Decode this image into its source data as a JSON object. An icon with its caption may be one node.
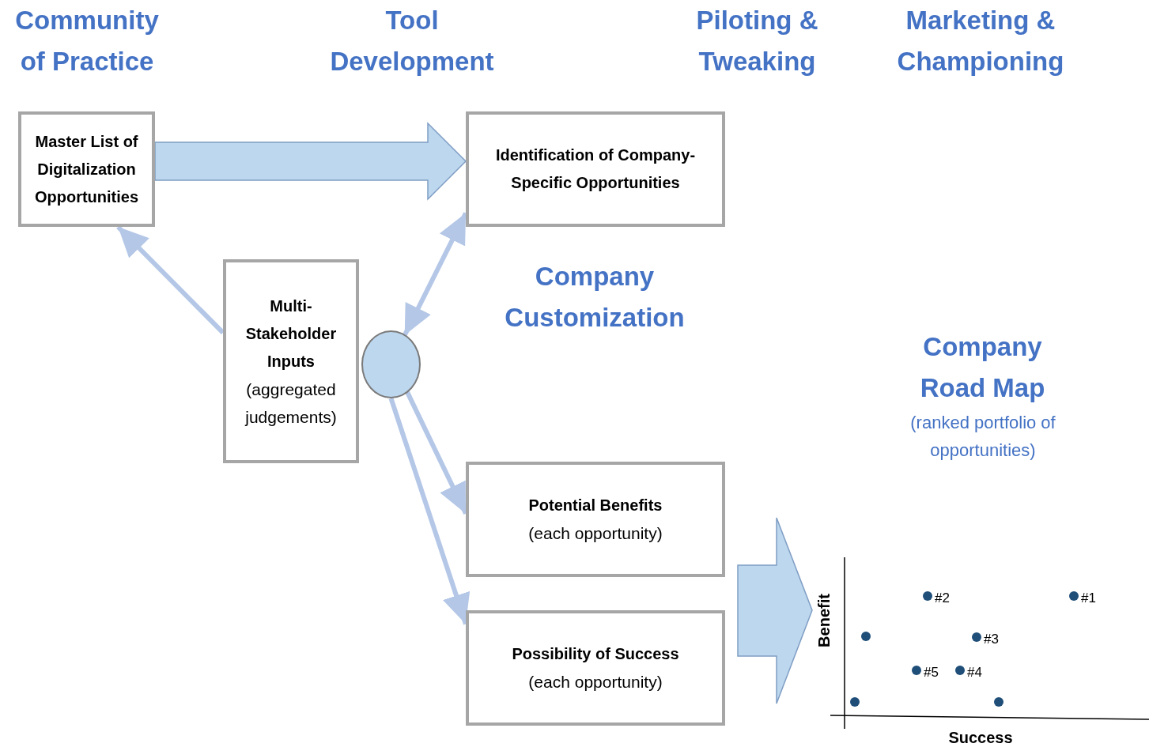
{
  "diagram": {
    "nodes": [
      {
        "text": [
          "Master List of Digitalization Opportunities"
        ]
      },
      {
        "text": [
          "Identification of Company-Specific Opportunities"
        ]
      },
      {
        "text": [
          "Multi-Stakeholder Inputs",
          "(aggregated judgements)"
        ]
      },
      {
        "text": [],
        "shape": "circle"
      },
      {
        "text": [
          "Potential Benefits",
          "(each opportunity)"
        ]
      },
      {
        "text": [
          "Possibility of Success",
          "(each opportunity)"
        ]
      },
      {
        "text": [],
        "shape": "picture"
      }
    ],
    "edges": [
      {
        "from": 0,
        "to": 1,
        "arrow": "to",
        "style": "thick"
      },
      {
        "from": 2,
        "to": 0,
        "arrow": "to"
      },
      {
        "from": 3,
        "to": 1,
        "arrow": "both"
      },
      {
        "from": 3,
        "to": 4,
        "arrow": "to"
      },
      {
        "from": 3,
        "to": 5,
        "arrow": "to"
      },
      {
        "from": 4,
        "to": 6,
        "arrow": "to",
        "style": "thick"
      },
      {
        "from": 5,
        "to": 6,
        "arrow": "to",
        "style": "thick"
      }
    ],
    "labels": [
      "Community of Practice",
      "Tool Development",
      "Piloting & Tweaking",
      "Marketing & Championing",
      "Company Customization",
      "Company Road Map",
      "(ranked portfolio of opportunities)",
      "Benefit",
      "#2",
      "#1",
      "#3",
      "#5",
      "#4",
      "Success"
    ]
  }
}
